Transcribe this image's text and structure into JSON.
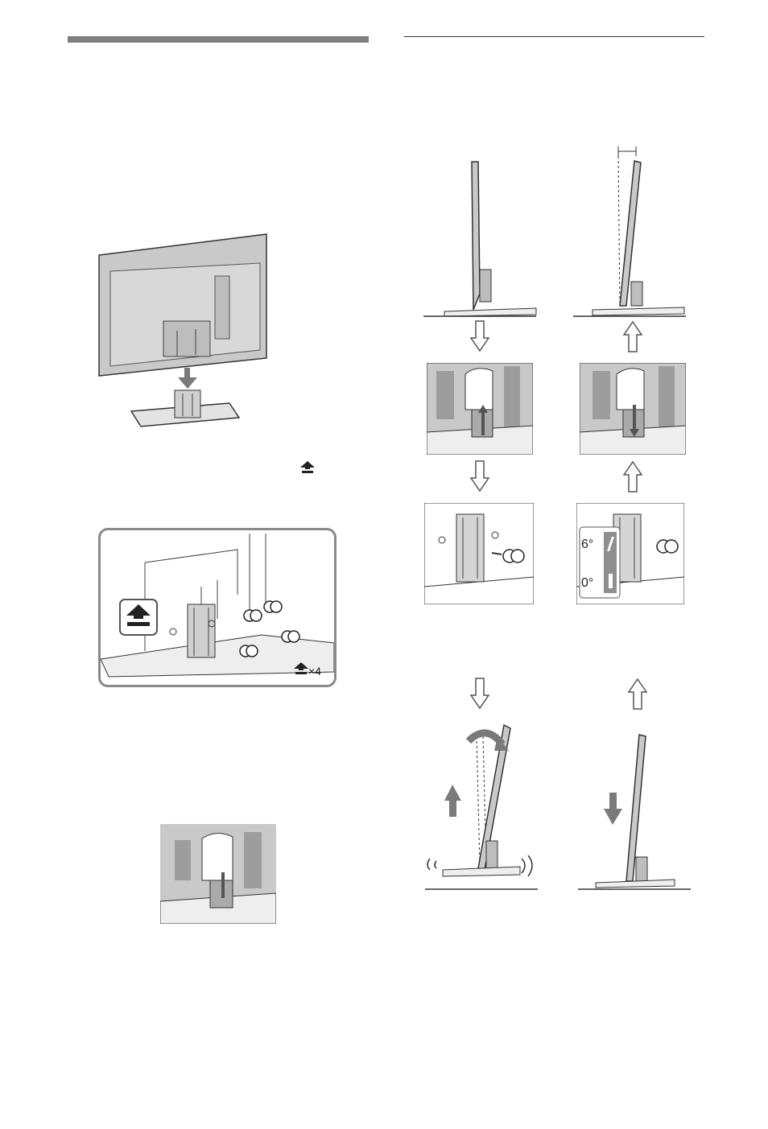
{
  "labels": {
    "screw_count": "×4",
    "angle_high": "6°",
    "angle_low": "0°"
  },
  "icons": [
    "screw-icon",
    "down-arrow-icon",
    "up-arrow-icon",
    "rotate-arrow-icon"
  ],
  "colors": {
    "panel": "#c9c9c9",
    "panel_dark": "#9d9d9d",
    "line": "#333333",
    "arrow_fill": "#7a7a7a"
  }
}
